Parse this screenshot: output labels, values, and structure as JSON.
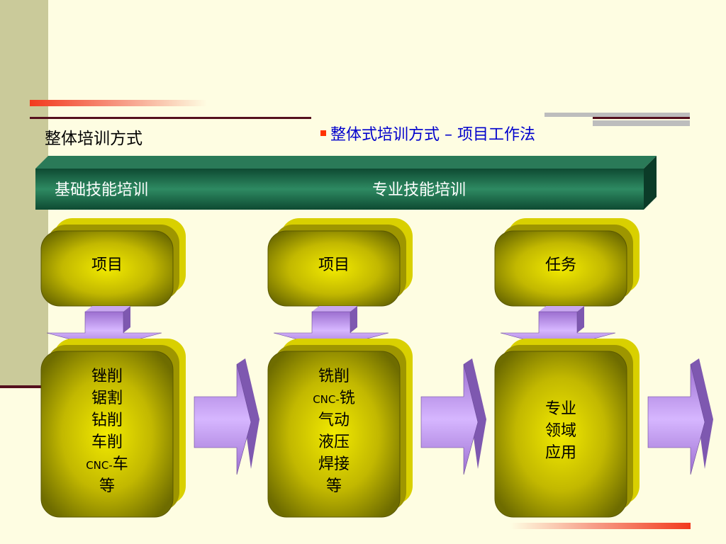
{
  "title": "整体培训方式",
  "subtitle": "整体式培训方式 – 项目工作法",
  "banner": {
    "left_label": "基础技能培训",
    "right_label": "专业技能培训"
  },
  "columns": [
    {
      "top_label": "项目",
      "items": [
        "锉削",
        "锯割",
        "钻削",
        "车削",
        "CNC-车",
        "等"
      ]
    },
    {
      "top_label": "项目",
      "items": [
        "铣削",
        "CNC-铣",
        "气动",
        "液压",
        "焊接",
        "等"
      ]
    },
    {
      "top_label": "任务",
      "items": [
        "专业",
        "领域",
        "应用"
      ]
    }
  ],
  "colors": {
    "background": "#FEFDE2",
    "side_bar": "#CACA9A",
    "banner_green": "#1E6B4D",
    "box_olive": "#8C8C00",
    "box_yellow": "#E8E000",
    "arrow_purple": "#B98BE8",
    "subtitle_blue": "#0000CC",
    "accent_red": "#F23A1E"
  }
}
